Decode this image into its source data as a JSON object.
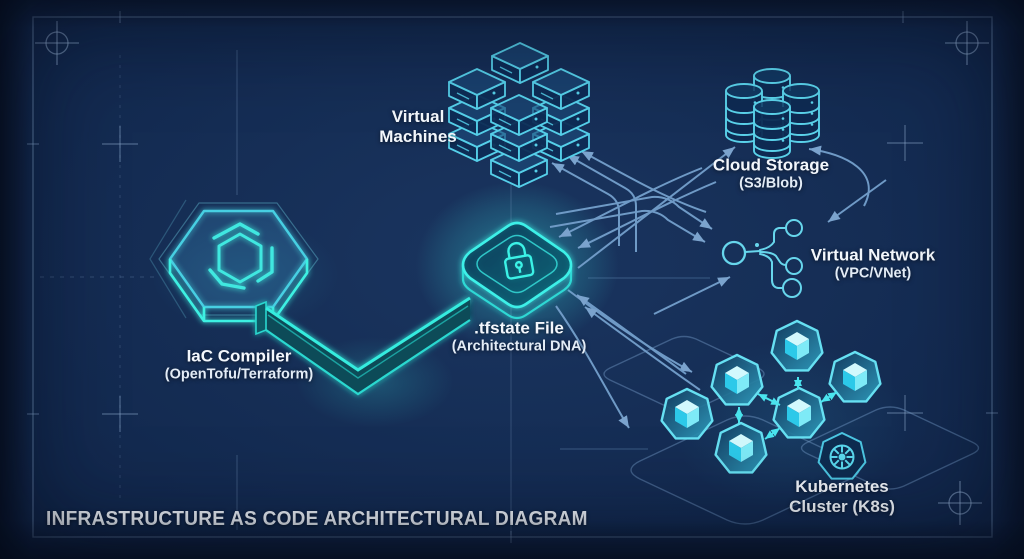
{
  "diagram": {
    "title": "INFRASTRUCTURE AS CODE ARCHITECTURAL DIAGRAM",
    "nodes": {
      "compiler": {
        "label": "IaC Compiler",
        "sublabel": "(OpenTofu/Terraform)",
        "icon": "compiler-hexagon-icon"
      },
      "tfstate": {
        "label": ".tfstate File",
        "sublabel": "(Architectural DNA)",
        "icon": "tfstate-lock-tile-icon"
      },
      "virtual_machines": {
        "label_line1": "Virtual",
        "label_line2": "Machines",
        "icon": "vm-server-stack-icon"
      },
      "cloud_storage": {
        "label": "Cloud Storage",
        "sublabel": "(S3/Blob)",
        "icon": "storage-cylinders-icon"
      },
      "virtual_network": {
        "label": "Virtual Network",
        "sublabel": "(VPC/VNet)",
        "icon": "network-branch-icon"
      },
      "kubernetes": {
        "label_line1": "Kubernetes",
        "label_line2": "Cluster (K8s)",
        "icon": "k8s-pod-hexagons-icon",
        "logo_icon": "kubernetes-helm-wheel-icon"
      }
    },
    "relationships": [
      {
        "from": "compiler",
        "to": "tfstate",
        "style": "neon-pipe"
      },
      {
        "from": "tfstate",
        "to": "virtual_machines",
        "style": "arrow"
      },
      {
        "from": "tfstate",
        "to": "cloud_storage",
        "style": "arrow"
      },
      {
        "from": "tfstate",
        "to": "virtual_network",
        "style": "arrow-bidirectional"
      },
      {
        "from": "tfstate",
        "to": "kubernetes",
        "style": "arrow-bidirectional"
      },
      {
        "from": "cloud_storage",
        "to": "virtual_network",
        "style": "arrow"
      },
      {
        "from": "kubernetes-pods",
        "to": "kubernetes-pods",
        "style": "double-headed-cyan-arrows"
      }
    ],
    "colors": {
      "background": "#13294f",
      "frame_lines": "#8fb0d8",
      "neon_cyan": "#38ecde",
      "icon_cyan": "#55d2ec",
      "arrow_steel": "#6f9ac6",
      "text": "#f3f7fc"
    }
  }
}
